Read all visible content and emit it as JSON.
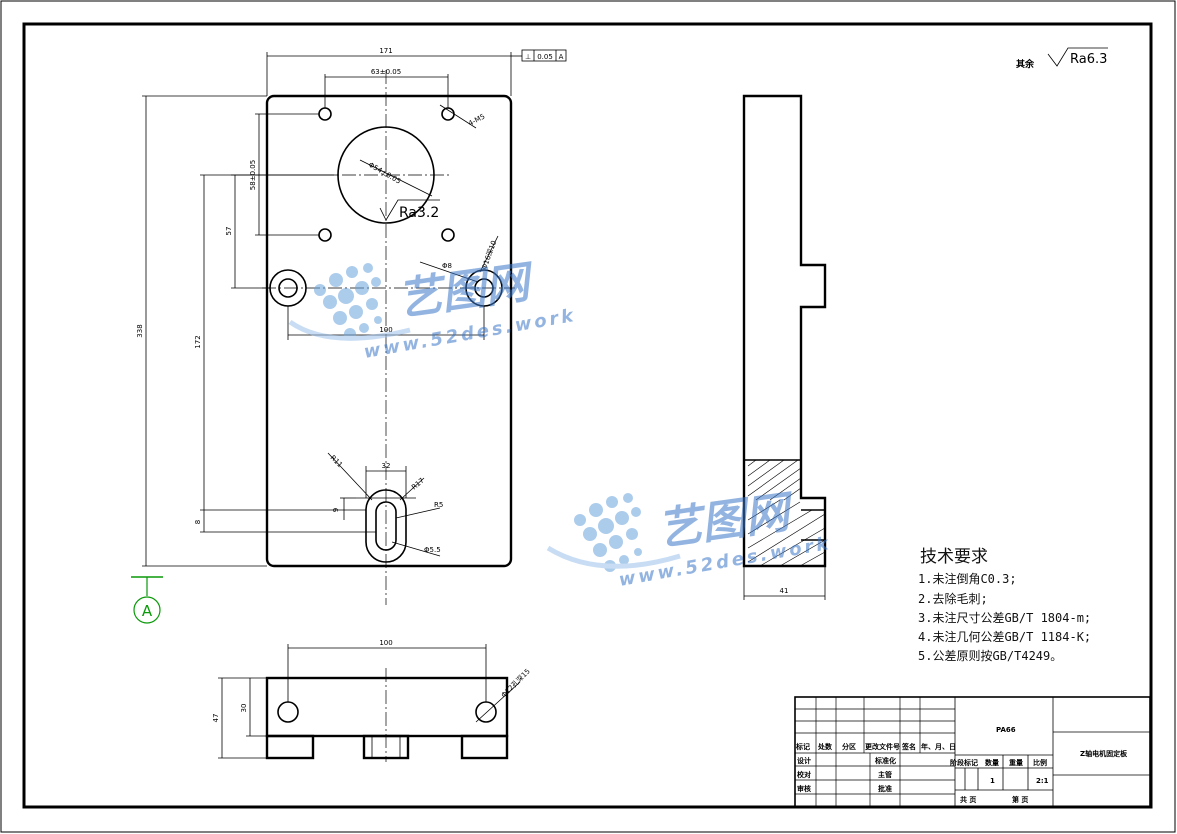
{
  "roughness": {
    "label": "其余",
    "symbol_value": "Ra6.3"
  },
  "section_marker": {
    "label": "A"
  },
  "geometric_tolerance": {
    "symbol": "⊥",
    "value": "0.05",
    "datum": "A"
  },
  "dimensions": {
    "overall_width": "171",
    "hole_spacing_top": "63±0.05",
    "hole_thread": "4-M5",
    "bore_dia": "Φ54±0.05",
    "bore_roughness": "Ra3.2",
    "vert_58": "58±0.05",
    "vert_57": "57",
    "total_height": "338",
    "vert_172": "172",
    "vert_8": "8",
    "vert_9": "9",
    "boss_dia": "Φ8",
    "boss_cbore": "Φ16深10",
    "hole_spacing_mid": "100",
    "slot_width": "32",
    "slot_r11": "R11",
    "slot_r17": "R17",
    "slot_r5": "R5",
    "slot_dia": "Φ5.5",
    "side_width": "41",
    "bottom_width": "100",
    "bottom_height": "47",
    "bottom_inner": "30",
    "bottom_hole": "Φ12孔深15"
  },
  "tech_requirements": {
    "title": "技术要求",
    "items": [
      "1.未注倒角C0.3;",
      "2.去除毛刺;",
      "3.未注尺寸公差GB/T 1804-m;",
      "4.未注几何公差GB/T 1184-K;",
      "5.公差原则按GB/T4249。"
    ]
  },
  "title_block": {
    "material": "PA66",
    "part_name": "Z轴电机固定板",
    "header_cols": [
      "标记",
      "处数",
      "分区",
      "更改文件号",
      "签名",
      "年、月、日"
    ],
    "row_labels": [
      "设计",
      "校对",
      "审核"
    ],
    "standardize": "标准化",
    "chief_designer": "主管",
    "approve": "批准",
    "stage_label": "阶段标记",
    "weight_label": "数量",
    "mass_label": "重量",
    "scale_label": "比例",
    "quantity": "1",
    "scale": "2:1",
    "sheets_total": "共 页",
    "sheet_no": "第 页"
  },
  "watermark": {
    "brand": "艺图网",
    "url": "www.52des.work"
  }
}
